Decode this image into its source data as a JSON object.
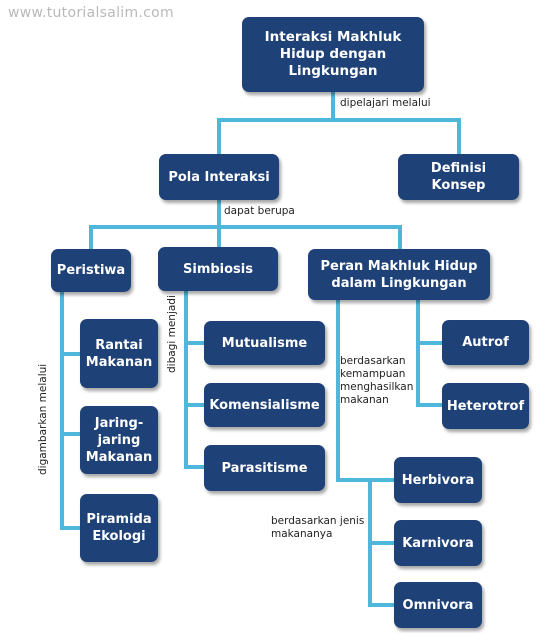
{
  "watermark": "www.tutorialsalim.com",
  "nodes": {
    "root": "Interaksi Makhluk\nHidup dengan\nLingkungan",
    "pola": "Pola Interaksi",
    "definisi": "Definisi Konsep",
    "peristiwa": "Peristiwa",
    "simbiosis": "Simbiosis",
    "peran": "Peran Makhluk Hidup\ndalam Lingkungan",
    "rantai": "Rantai\nMakanan",
    "jaring": "Jaring-jaring\nMakanan",
    "piramida": "Piramida\nEkologi",
    "mutualisme": "Mutualisme",
    "komensialisme": "Komensialisme",
    "parasitisme": "Parasitisme",
    "autrof": "Autrof",
    "heterotrof": "Heterotrof",
    "herbivora": "Herbivora",
    "karnivora": "Karnivora",
    "omnivora": "Omnivora"
  },
  "labels": {
    "dipelajari": "dipelajari melalui",
    "dapat_berupa": "dapat berupa",
    "digambarkan": "digambarkan melalui",
    "dibagi": "dibagi menjadi",
    "kemampuan": "berdasarkan\nkemampuan\nmenghasilkan\nmakanan",
    "jenis_makanan": "berdasarkan jenis\nmakananya"
  },
  "colors": {
    "box": "#1e4177",
    "connector": "#4fb7d9",
    "text": "#ffffff"
  }
}
